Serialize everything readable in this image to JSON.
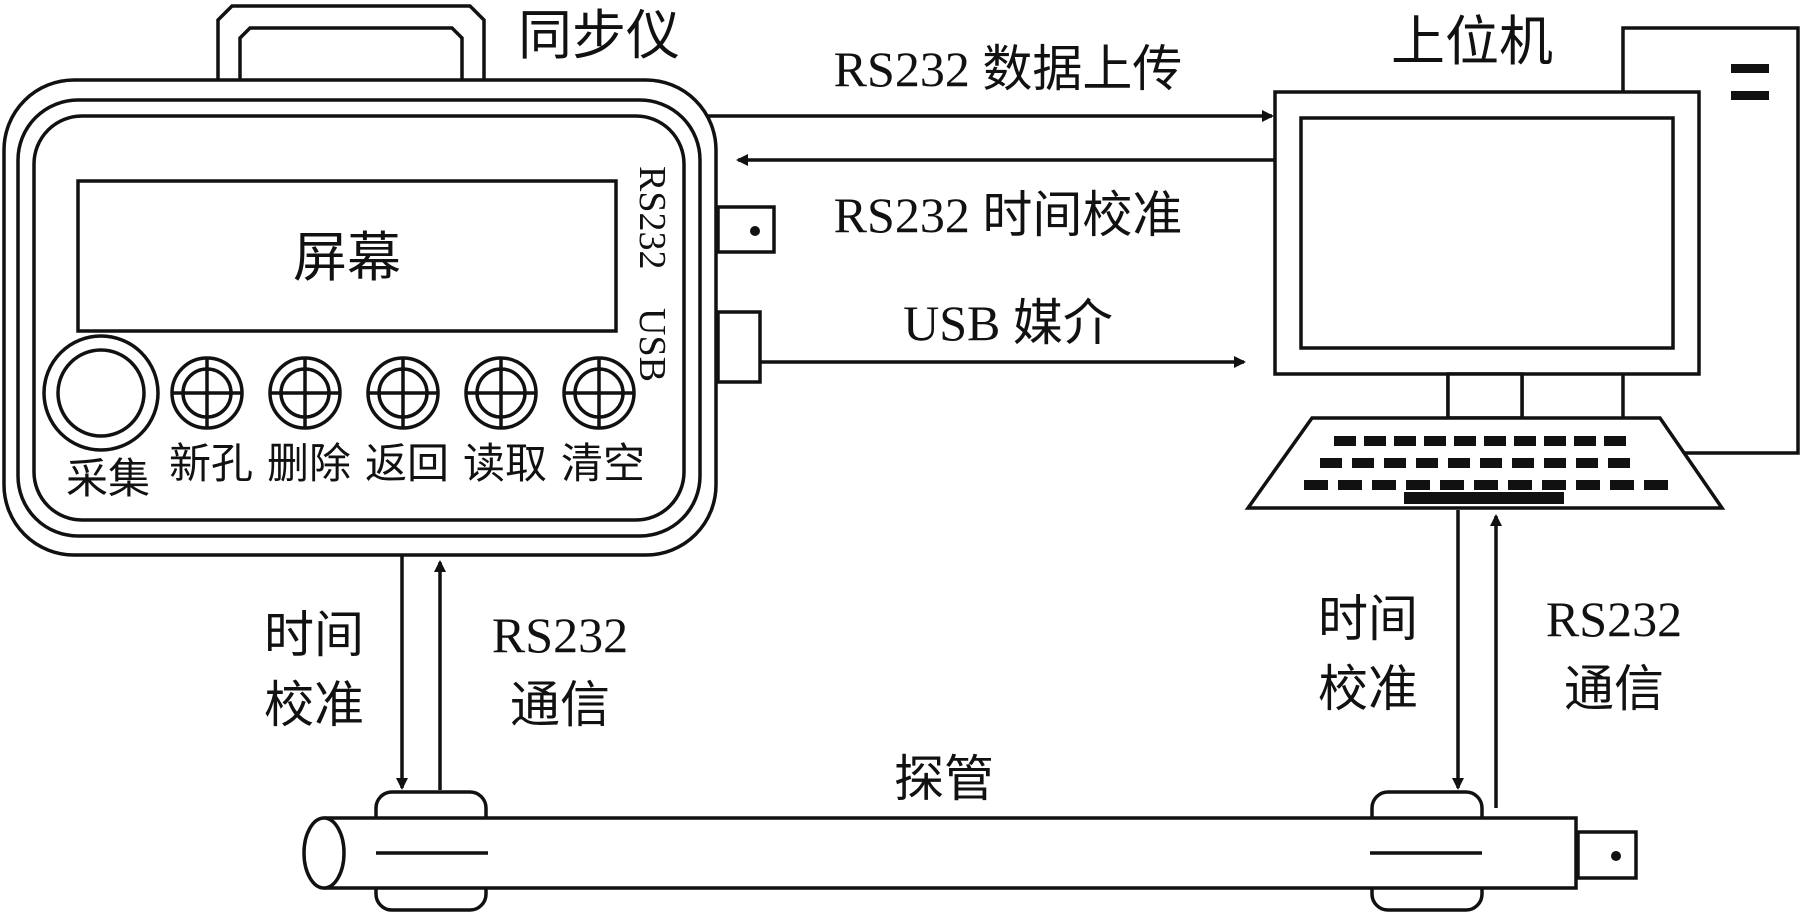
{
  "device": {
    "name": "同步仪",
    "screen_label": "屏幕",
    "port_rs232": "RS232",
    "port_usb": "USB",
    "buttons": [
      "采集",
      "新孔",
      "删除",
      "返回",
      "读取",
      "清空"
    ]
  },
  "computer": {
    "name": "上位机"
  },
  "links": {
    "upload": "RS232 数据上传",
    "time_sync": "RS232 时间校准",
    "usb": "USB 媒介"
  },
  "probe": {
    "name": "探管",
    "left_down": [
      "时间",
      "校准"
    ],
    "left_up": [
      "RS232",
      "通信"
    ],
    "right_down": [
      "时间",
      "校准"
    ],
    "right_up": [
      "RS232",
      "通信"
    ]
  },
  "colors": {
    "stroke": "#111111",
    "fill": "#ffffff"
  }
}
